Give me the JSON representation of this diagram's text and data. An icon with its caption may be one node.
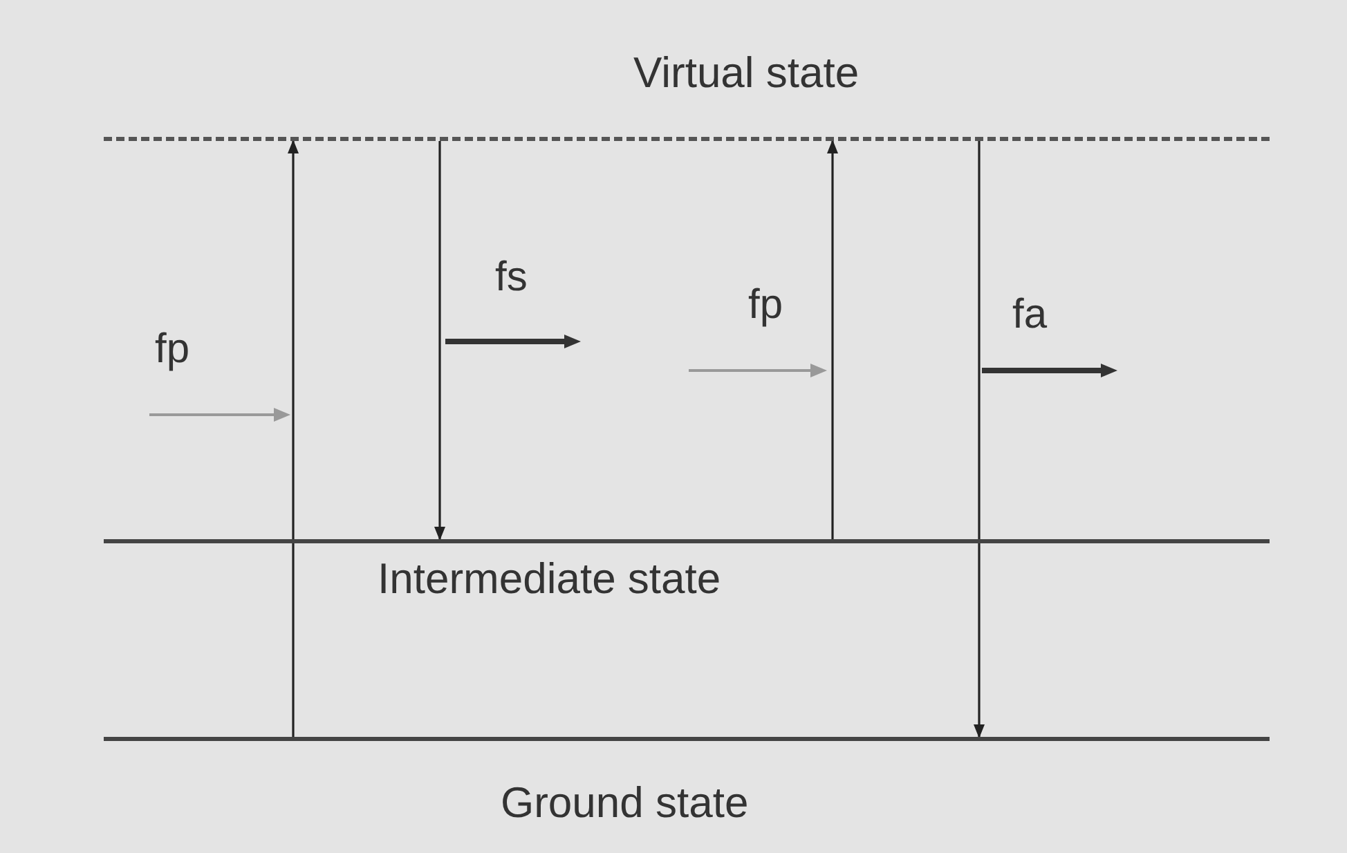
{
  "diagram": {
    "nodes": [
      {
        "text": [
          "Virtual state"
        ]
      },
      {
        "text": [
          "Intermediate state"
        ]
      },
      {
        "text": [
          "Ground state"
        ]
      }
    ],
    "edges": [
      {
        "from": 2,
        "to": 0,
        "arrow": "to"
      },
      {
        "from": 0,
        "to": 1,
        "arrow": "to"
      },
      {
        "from": 1,
        "to": 0,
        "arrow": "to"
      },
      {
        "from": 0,
        "to": 2,
        "arrow": "to"
      }
    ],
    "labels": [
      "fp",
      "fs",
      "fp",
      "fa"
    ]
  }
}
